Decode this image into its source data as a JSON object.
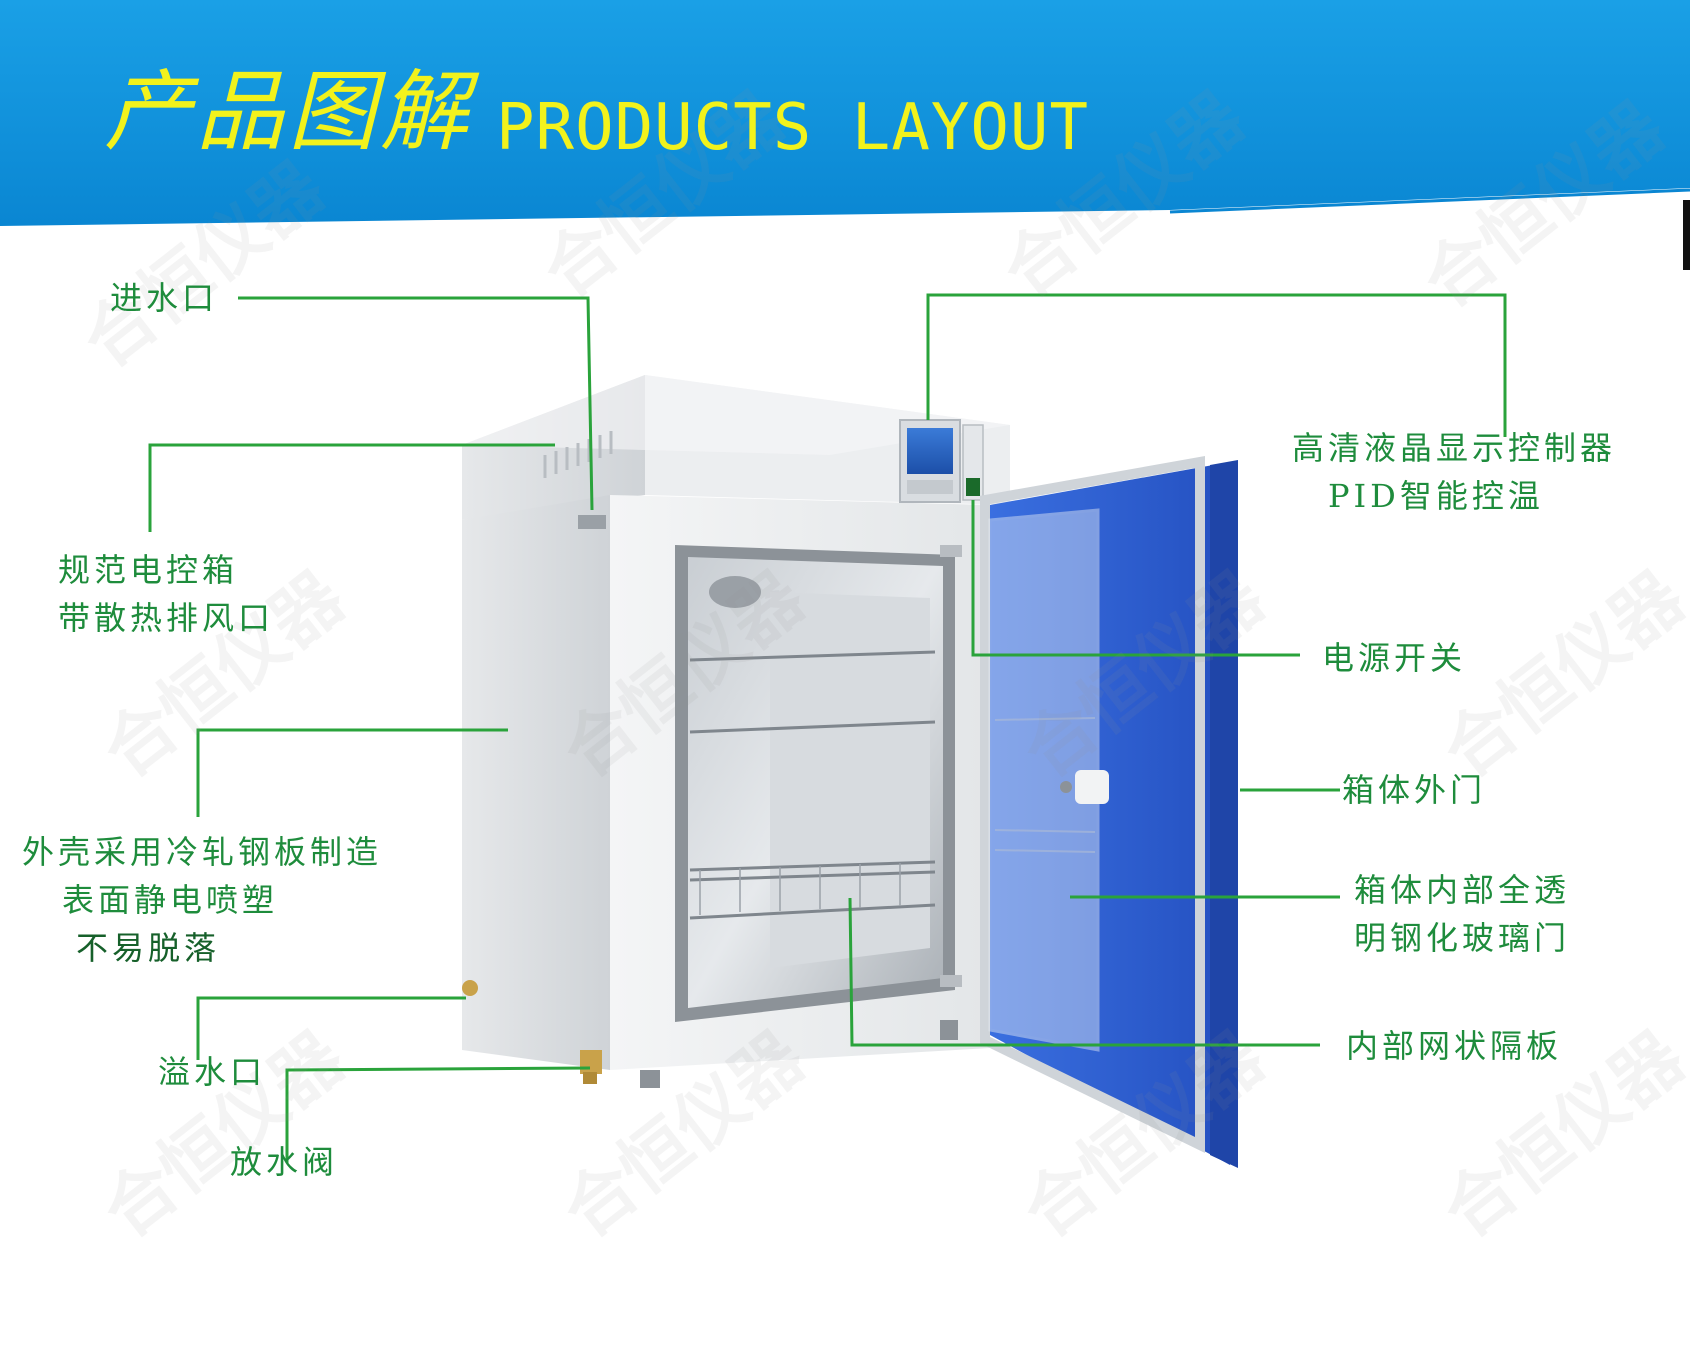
{
  "header": {
    "title_cn": "产品图解",
    "title_en": "PRODUCTS LAYOUT",
    "band_color": "#0d8fd8",
    "title_color": "#f2f21c"
  },
  "watermark": {
    "text": "合恒仪器"
  },
  "callouts": {
    "water_inlet": "进水口",
    "control_box": [
      "规范电控箱",
      "带散热排风口"
    ],
    "shell": [
      "外壳采用冷轧钢板制造",
      "表面静电喷塑",
      "不易脱落"
    ],
    "overflow": "溢水口",
    "drain_valve": "放水阀",
    "lcd_controller": [
      "高清液晶显示控制器",
      "PID智能控温"
    ],
    "power_switch": "电源开关",
    "outer_door": "箱体外门",
    "glass_door": [
      "箱体内部全透",
      "明钢化玻璃门"
    ],
    "mesh_shelf": "内部网状隔板"
  },
  "colors": {
    "leader_line": "#2aa33b",
    "label_text": "#1e8c3c",
    "door_blue": "#2e5fd0"
  }
}
